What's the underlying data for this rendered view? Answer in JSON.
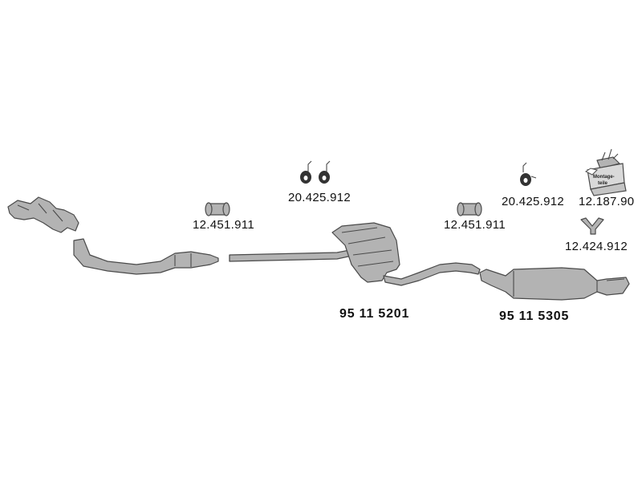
{
  "parts": {
    "clamp_front": "12.451.911",
    "hangers_pair": "20.425.912",
    "clamp_rear": "12.451.911",
    "hanger_single": "20.425.912",
    "mounting_kit": "12.187.90",
    "mounting_kit_box_text": [
      "Montage-",
      "teile"
    ],
    "y_piece": "12.424.912",
    "middle_silencer": "95 11 5201",
    "rear_silencer": "95 11 5305"
  },
  "colors": {
    "part_fill": "#b3b3b3",
    "part_stroke": "#4a4a4a",
    "text": "#111111"
  }
}
